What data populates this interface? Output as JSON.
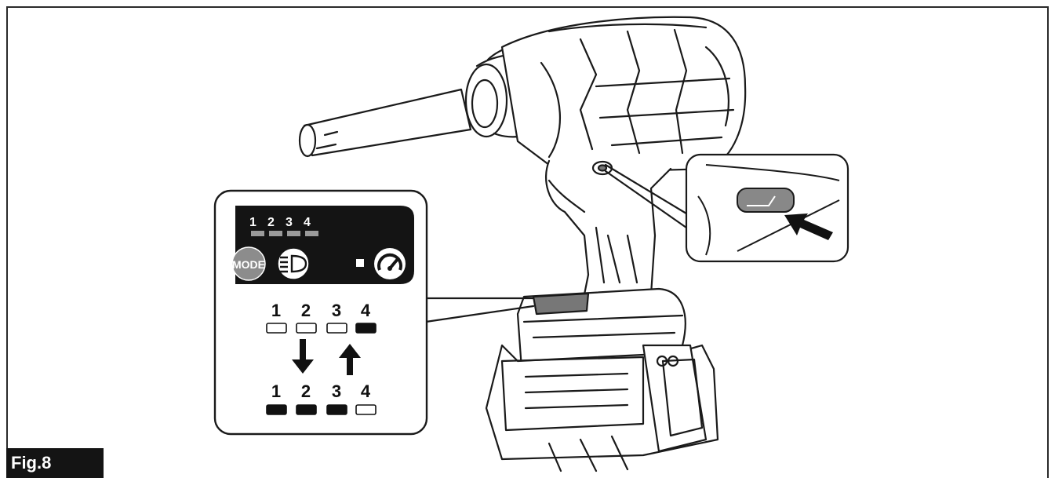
{
  "figure": {
    "label": "Fig.8"
  },
  "control_panel": {
    "indicator_numbers": [
      "1",
      "2",
      "3",
      "4"
    ],
    "mode_button_label": "MODE",
    "light_icon": "headlight-icon",
    "speed_icon": "speedometer-icon"
  },
  "sequence": {
    "top_row": {
      "numbers": [
        "1",
        "2",
        "3",
        "4"
      ],
      "lit": [
        false,
        false,
        false,
        true
      ]
    },
    "bottom_row": {
      "numbers": [
        "1",
        "2",
        "3",
        "4"
      ],
      "lit": [
        true,
        true,
        true,
        false
      ]
    },
    "arrow_down": "arrow-down-icon",
    "arrow_up": "arrow-up-icon"
  },
  "colors": {
    "line": "#1a1a1a",
    "panel": "#141414",
    "indicator_off": "#9a9a9a",
    "mode_button": "#8c8c8c"
  }
}
